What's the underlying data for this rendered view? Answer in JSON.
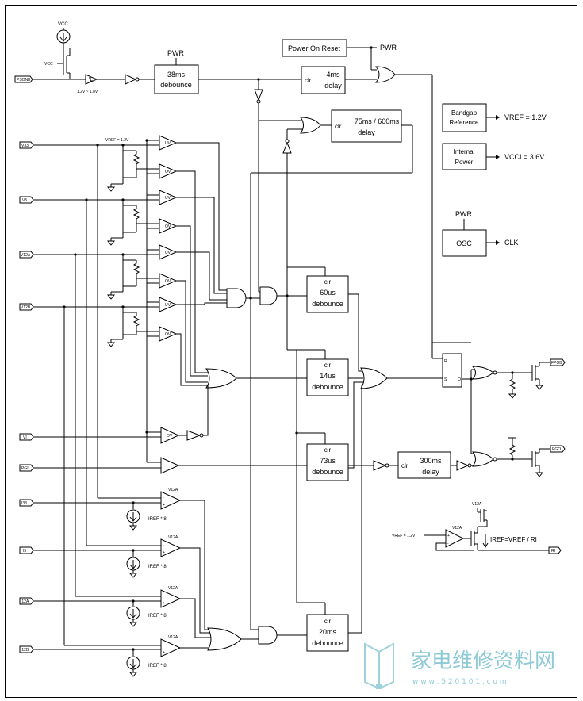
{
  "blocks": {
    "debounce_38ms": "38ms\ndebounce",
    "pwr_top": "PWR",
    "por": "Power On Reset",
    "pwr_por": "PWR",
    "delay_4ms": "4ms\ndelay",
    "clr": "clr",
    "delay_75_600": "75ms / 600ms\ndelay",
    "bandgap": "Bandgap\nReference",
    "vref_out": "VREF = 1.2V",
    "internal_power": "Internal\nPower",
    "vcci_out": "VCCI = 3.6V",
    "pwr_osc": "PWR",
    "osc": "OSC",
    "clk": "CLK",
    "deb_60us": "60us\ndebounce",
    "deb_14us": "14us\ndebounce",
    "deb_73us": "73us\ndebounce",
    "deb_20ms": "20ms\ndebounce",
    "delay_300ms": "300ms\ndelay",
    "sr_r": "R",
    "sr_s": "S",
    "sr_q": "Q",
    "iref_eq": "IREF=VREF / RI"
  },
  "pins": {
    "psonb": "PSONB",
    "v33": "V33",
    "v5": "V5",
    "v12a": "V12A",
    "v12b": "V12B",
    "vi": "VI",
    "pgi": "PGI",
    "i33": "I33",
    "i5": "I5",
    "i12a": "I12A",
    "i12b": "I12B",
    "fpob": "FPOB",
    "pgo": "PGO",
    "ri": "RI"
  },
  "labels": {
    "vcc": "VCC",
    "vcc_small": "VCC",
    "thresh": "1.2V ~ 1.8V",
    "vref_in": "VREF = 1.2V",
    "vref_ri": "VREF = 1.2V",
    "uv": "UV",
    "ov": "OV",
    "v12a_supply": "V12A",
    "iref8": "IREF * 8",
    "plus": "+",
    "minus": "-"
  },
  "watermark": {
    "cn": "家电维修资料网",
    "url": "w w w . 5 2 0 1 0 1 . c o m"
  }
}
